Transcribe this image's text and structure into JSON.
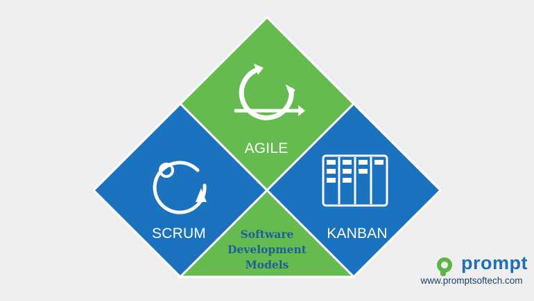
{
  "diagram": {
    "top": {
      "label": "AGILE",
      "icon": "agile-cycle-icon"
    },
    "left": {
      "label": "SCRUM",
      "icon": "scrum-cycle-icon"
    },
    "right": {
      "label": "KANBAN",
      "icon": "kanban-board-icon"
    },
    "center": {
      "lines": [
        "Software",
        "Development",
        "Models"
      ]
    }
  },
  "brand": {
    "name": "prompt",
    "url": "www.promptsoftech.com",
    "icon": "prompt-logo-icon"
  },
  "colors": {
    "background": "#efefef",
    "green": "#66bb50",
    "blue": "#1b72be",
    "text_center": "#1c6096",
    "brand_blue": "#1c6fb8",
    "brand_green": "#5cb548"
  }
}
